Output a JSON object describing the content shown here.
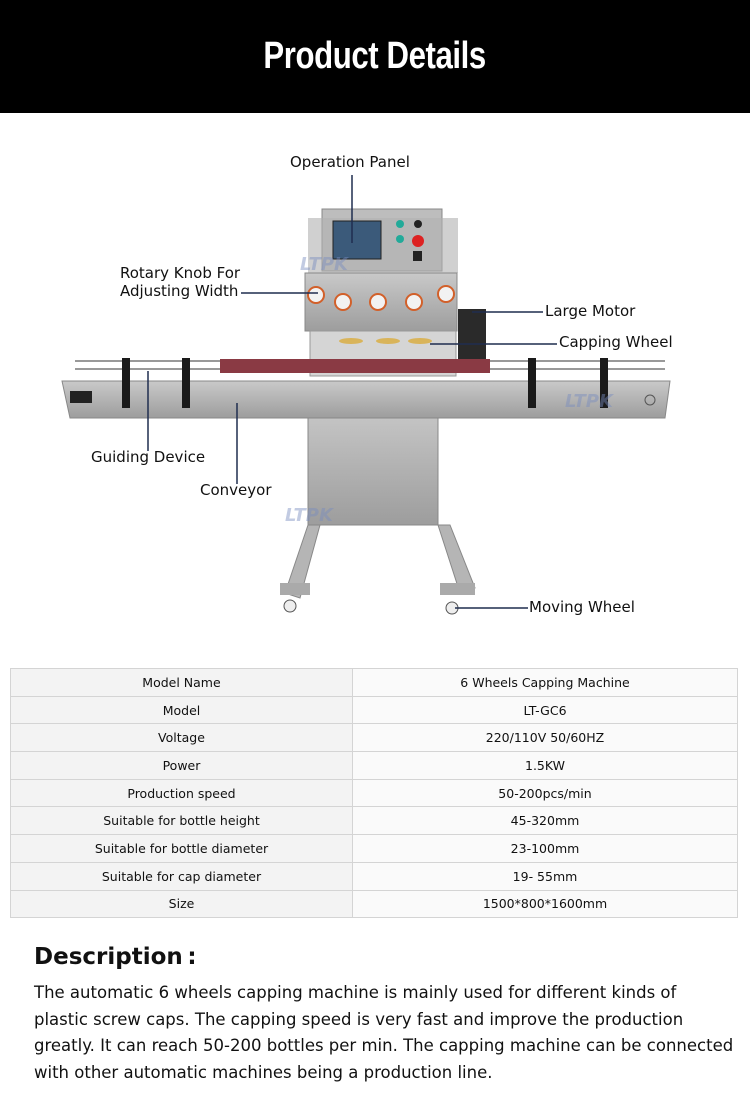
{
  "header": {
    "title": "Product Details"
  },
  "figure": {
    "labels": {
      "operation_panel": "Operation Panel",
      "rotary_knob_line1": "Rotary Knob For",
      "rotary_knob_line2": "Adjusting Width",
      "large_motor": "Large Motor",
      "capping_wheel": "Capping Wheel",
      "guiding_device": "Guiding Device",
      "conveyor": "Conveyor",
      "moving_wheel": "Moving Wheel"
    },
    "watermark": "LTPK",
    "line_color": "#1f2d4f"
  },
  "specs": [
    {
      "key": "Model Name",
      "value": "6 Wheels Capping Machine"
    },
    {
      "key": "Model",
      "value": "LT-GC6"
    },
    {
      "key": "Voltage",
      "value": "220/110V   50/60HZ"
    },
    {
      "key": "Power",
      "value": "1.5KW"
    },
    {
      "key": "Production speed",
      "value": "50-200pcs/min"
    },
    {
      "key": "Suitable for bottle height",
      "value": "45-320mm"
    },
    {
      "key": "Suitable for bottle diameter",
      "value": "23-100mm"
    },
    {
      "key": "Suitable for cap diameter",
      "value": "19- 55mm"
    },
    {
      "key": "Size",
      "value": "1500*800*1600mm"
    }
  ],
  "description": {
    "heading": "Description :",
    "body": "The automatic 6 wheels capping machine is mainly used for different kinds of plastic screw caps. The capping speed is very fast and improve the production greatly. It can reach 50-200 bottles per min. The capping machine can be connected with other automatic machines being a production line."
  }
}
